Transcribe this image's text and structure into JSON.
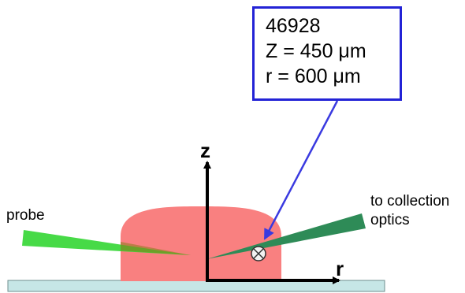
{
  "callout": {
    "id_label": "46928",
    "z_line": "Z = 450 μm",
    "r_line": "r = 600 μm"
  },
  "labels": {
    "z_axis": "z",
    "r_axis": "r",
    "probe": "probe",
    "collection_line1": "to collection",
    "collection_line2": "optics"
  },
  "colors": {
    "callout_border": "#2323d6",
    "arrow": "#3a3ae0",
    "plasma": "#f98080",
    "probe_beam": "#33d633",
    "collection_beam": "#2e8b57",
    "substrate": "#c6e6e6"
  },
  "icons": {
    "measurement_point": "circled-x-icon"
  }
}
